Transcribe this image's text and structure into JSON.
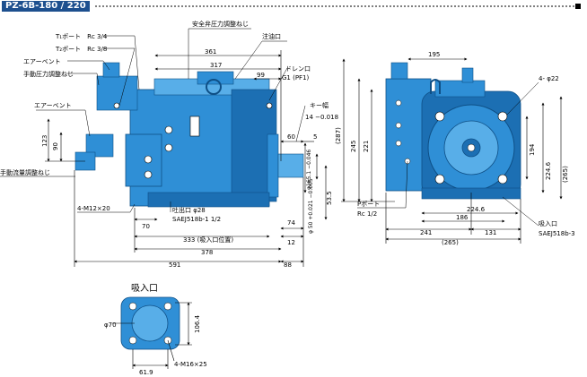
{
  "header": {
    "title": "PZ-6B-180 / 220"
  },
  "side_view": {
    "labels": {
      "t1_port": "T₁ポート　Rc 3/4",
      "t2_port": "T₂ポート　Rc 3/8",
      "air_vent_top": "エアーベント",
      "manual_pressure": "手動圧力調整ねじ",
      "safety_valve": "安全弁圧力調整ねじ",
      "oil_inlet": "注油口",
      "drain_port": "ドレン口",
      "drain_spec": "G1 (PF1)",
      "key_groove": "キー幅",
      "key_spec": "14 −0.018",
      "air_vent_mid": "エアーベント",
      "manual_flow": "手動流量調整ねじ",
      "bolt": "4-M12×20",
      "outlet": "吐出口 φ28",
      "outlet_spec": "SAEJ518b-1 1/2",
      "suction_pos": "333 (吸入口位置)"
    },
    "dims": {
      "d361": "361",
      "d317": "317",
      "d99": "99",
      "d60": "60",
      "d5": "5",
      "d123": "123",
      "d90": "90",
      "d165": "φ165.1 −0.046",
      "d50": "φ 50 +0.021 −0.005",
      "d535": "53.5",
      "d70": "70",
      "d74": "74",
      "d12": "12",
      "d378": "378",
      "d591": "591",
      "d88": "88"
    }
  },
  "front_view": {
    "labels": {
      "p_port": "Pポート",
      "p_spec": "Rc 1/2",
      "holes": "4- φ22",
      "suction": "吸入口",
      "suction_spec": "SAEJ518b-3"
    },
    "dims": {
      "d195": "195",
      "d287": "(287)",
      "d245": "245",
      "d221": "221",
      "d194": "194",
      "d2246v": "224.6",
      "d265v": "(265)",
      "d2246h": "224.6",
      "d186": "186",
      "d241": "241",
      "d131": "131",
      "d265h": "(265)"
    }
  },
  "suction_detail": {
    "labels": {
      "title": "吸入口",
      "bolt": "4-M16×25"
    },
    "dims": {
      "d70": "φ70",
      "d1064": "106.4",
      "d619": "61.9"
    }
  },
  "colors": {
    "body": "#2f8fd6",
    "body_dark": "#1c6fb3",
    "body_light": "#58aee8",
    "line": "#000000",
    "title_bg": "#1d4f8e"
  }
}
